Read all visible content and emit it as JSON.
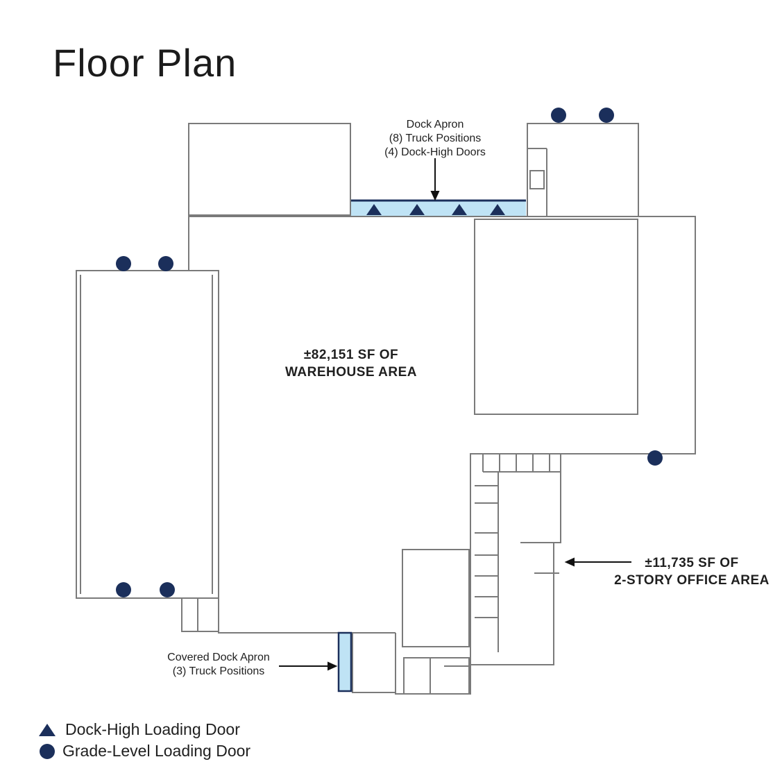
{
  "title": "Floor Plan",
  "colors": {
    "marker": "#1b2f5b",
    "apron_fill": "#bfe3f5",
    "wall": "#7a7a7a"
  },
  "labels": {
    "dock_apron": [
      "Dock Apron",
      "(8) Truck Positions",
      "(4) Dock-High Doors"
    ],
    "warehouse": [
      "±82,151 SF OF",
      "WAREHOUSE AREA"
    ],
    "office": [
      "±11,735 SF OF",
      "2-STORY OFFICE AREA"
    ],
    "covered_apron": [
      "Covered Dock Apron",
      "(3) Truck Positions"
    ]
  },
  "legend": {
    "dock_high": "Dock-High Loading Door",
    "grade_level": "Grade-Level Loading Door"
  }
}
